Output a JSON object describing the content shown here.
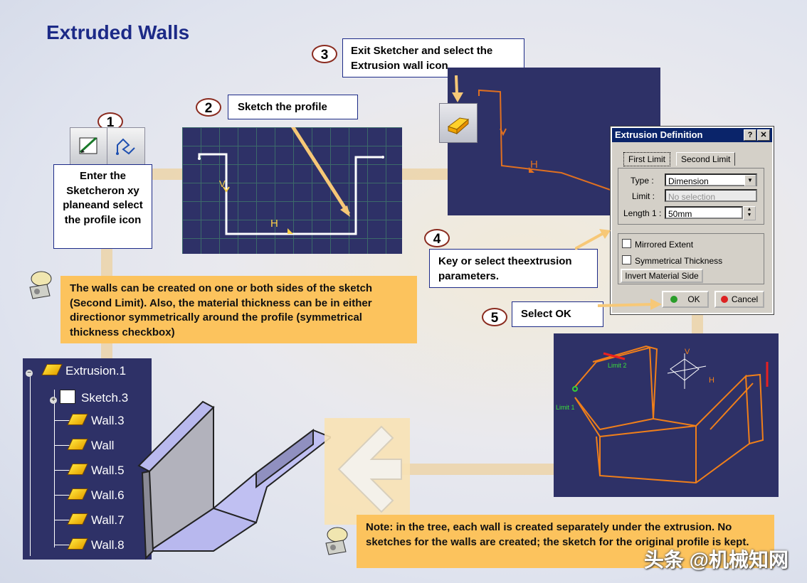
{
  "title": "Extruded Walls",
  "steps": {
    "s1": {
      "num": "1",
      "text": "Enter the Sketcheron xy planeand select the profile icon"
    },
    "s2": {
      "num": "2",
      "text": "Sketch  the  profile"
    },
    "s3": {
      "num": "3",
      "text": "Exit  Sketcher  and  select the Extrusion  wall  icon"
    },
    "s4": {
      "num": "4",
      "text": "Key  or  select theextrusion  parameters."
    },
    "s5": {
      "num": "5",
      "text": "Select  OK"
    }
  },
  "notes": {
    "walls": "The walls can be created on one or both sides of the sketch (Second Limit).  Also, the material thickness can be in either directionor symmetrically around the profile (symmetrical  thickness checkbox)",
    "tree": "Note: in the tree, each wall is created separately under the extrusion.  No sketches for the walls are created; the sketch for the original profile is kept."
  },
  "sketch_labels": {
    "v": "V",
    "h": "H"
  },
  "dialog": {
    "title": "Extrusion Definition",
    "help": "?",
    "close": "✕",
    "tabs": [
      "First Limit",
      "Second Limit"
    ],
    "type_label": "Type :",
    "type_value": "Dimension",
    "limit_label": "Limit :",
    "limit_value": "No selection",
    "length_label": "Length 1 :",
    "length_value": "50mm",
    "mirrored": "Mirrored Extent",
    "symmetrical": "Symmetrical Thickness",
    "invert": "Invert Material Side",
    "ok": "OK",
    "cancel": "Cancel"
  },
  "tree": {
    "root": "Extrusion.1",
    "sketch": "Sketch.3",
    "walls": [
      "Wall.3",
      "Wall",
      "Wall.5",
      "Wall.6",
      "Wall.7",
      "Wall.8"
    ]
  },
  "model_labels": {
    "limit1": "Limit 1",
    "limit2": "Limit 2",
    "h": "H",
    "v": "V"
  },
  "watermark": "头条 @机械知网"
}
